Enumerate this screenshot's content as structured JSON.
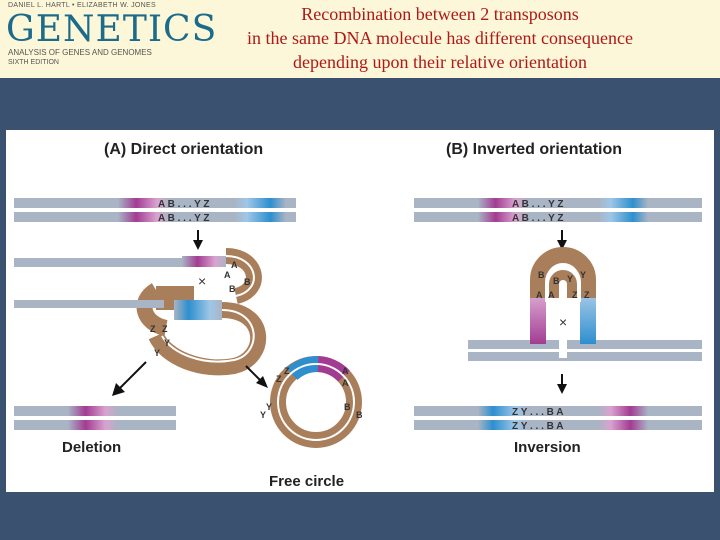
{
  "logo": {
    "authors": "DANIEL L. HARTL • ELIZABETH W. JONES",
    "name": "GENETICS",
    "subtitle": "ANALYSIS OF GENES AND GENOMES",
    "edition": "SIXTH EDITION"
  },
  "title": {
    "line1": "Recombination between 2 transposons",
    "line2": "in the same DNA molecule has different consequence",
    "line3": "depending upon their relative orientation"
  },
  "panelA": {
    "heading": "(A)  Direct orientation",
    "seq_top": "A B . . . Y Z",
    "seq_bottom": "A B . . . Y Z",
    "result_left": "Deletion",
    "result_right": "Free circle"
  },
  "panelB": {
    "heading": "(B)  Inverted orientation",
    "seq_top": "A B . . . Y Z",
    "seq_bottom": "A B . . . Y Z",
    "result_top": "Z Y . . . B A",
    "result_bottom": "Z Y . . . B A",
    "result_label": "Inversion"
  },
  "letters": {
    "A": "A",
    "B": "B",
    "Y": "Y",
    "Z": "Z",
    "dot": "."
  },
  "colors": {
    "dna": "#a9b4c4",
    "strand_edge": "#7d8ba0",
    "magenta": "#a23c92",
    "blue": "#2d8fce",
    "loop": "#a97e5a",
    "title": "#b01818"
  }
}
